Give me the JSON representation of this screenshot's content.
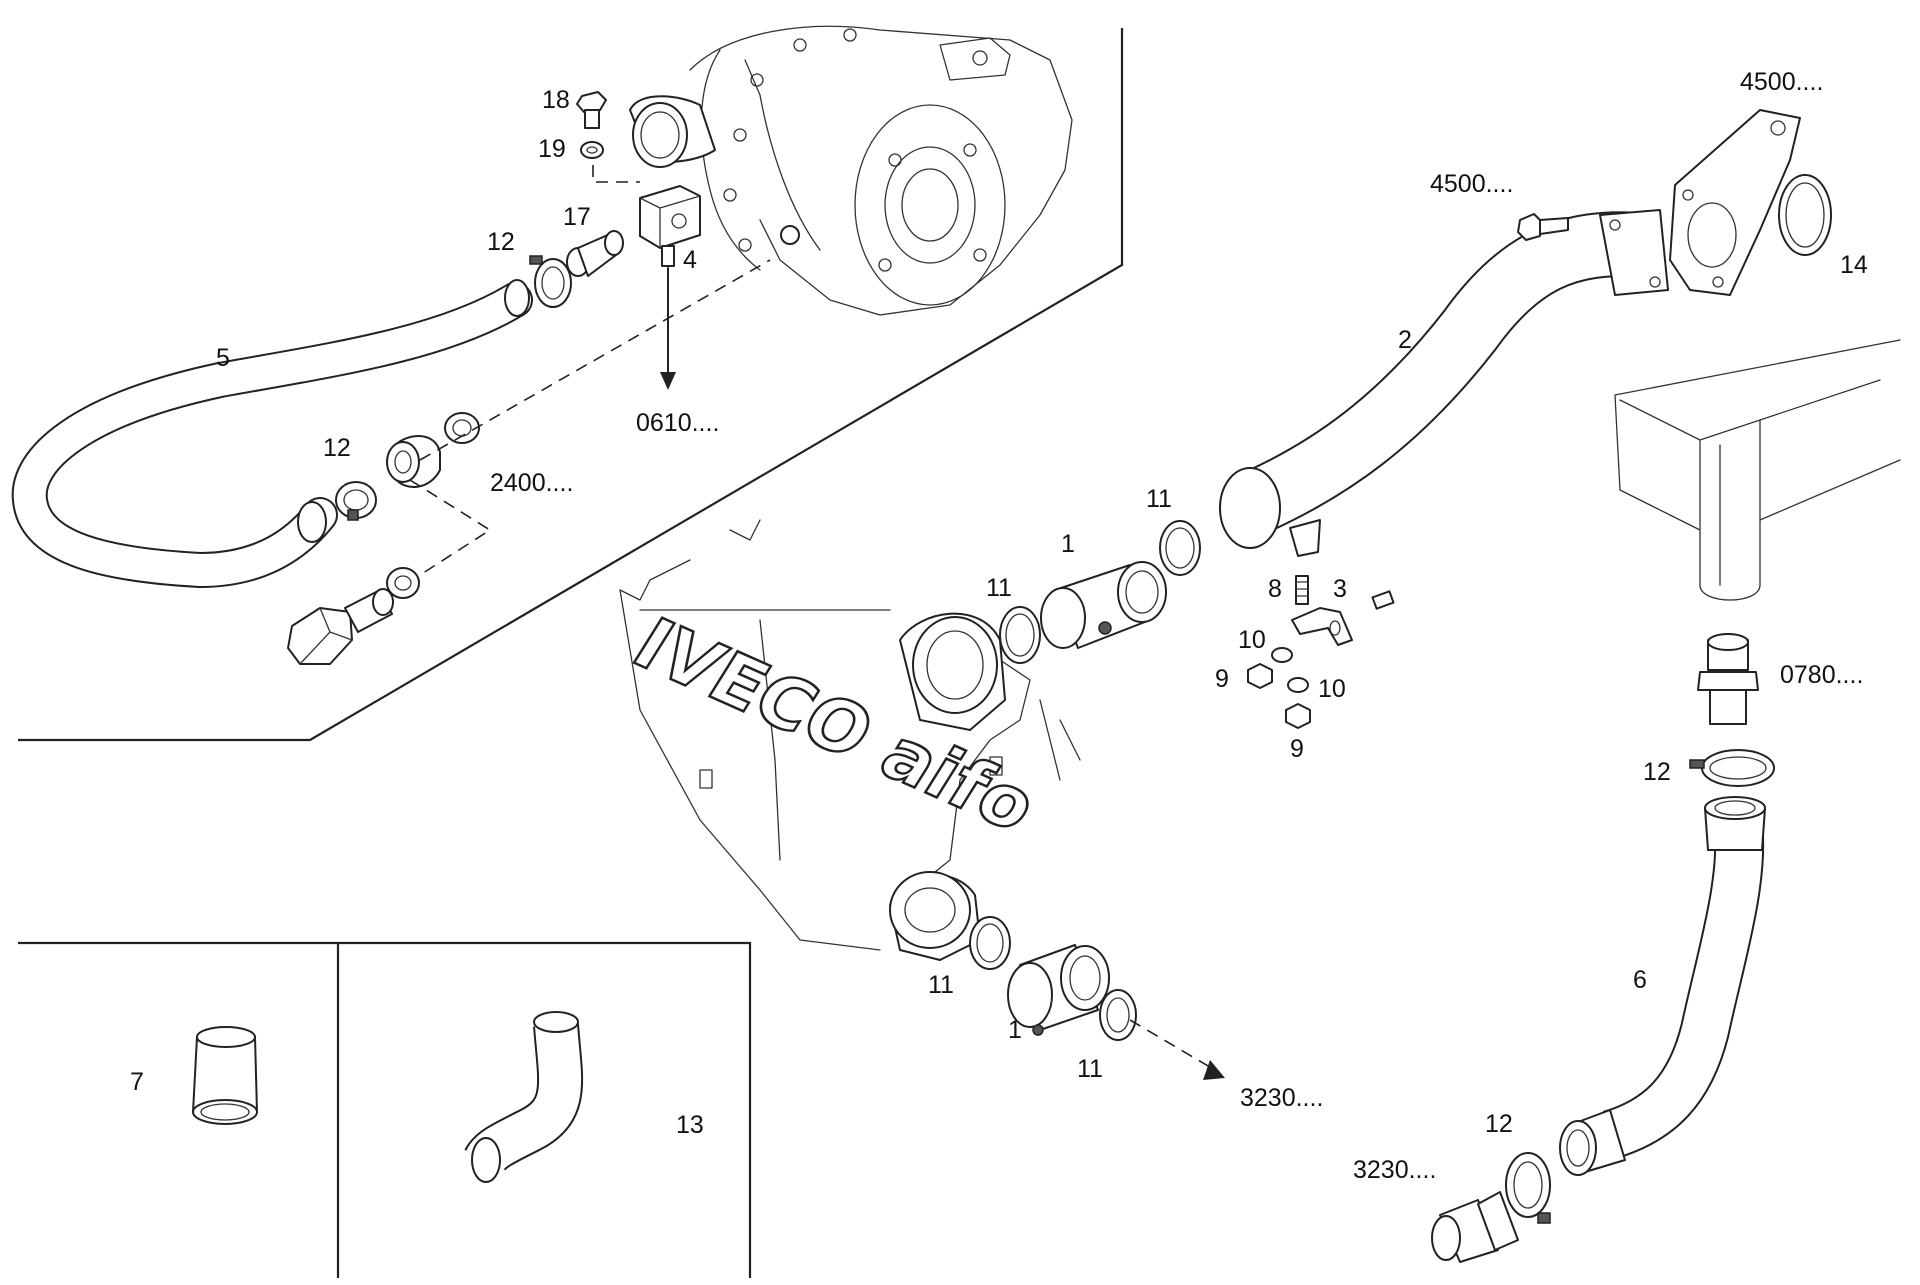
{
  "diagram": {
    "brand_text": "IVECO aifo",
    "callouts": {
      "c18": "18",
      "c19": "19",
      "c17": "17",
      "c12_top": "12",
      "c4": "4",
      "c5": "5",
      "c0610": "0610....",
      "c12_mid": "12",
      "c2400": "2400....",
      "c4500_top": "4500....",
      "c4500_mid": "4500....",
      "c14": "14",
      "c2": "2",
      "c11_a": "11",
      "c1_a": "1",
      "c11_b": "11",
      "c8": "8",
      "c3": "3",
      "c10_a": "10",
      "c9_a": "9",
      "c10_b": "10",
      "c9_b": "9",
      "c0780": "0780....",
      "c12_right": "12",
      "c6": "6",
      "c11_c": "11",
      "c1_b": "1",
      "c11_d": "11",
      "c3230_a": "3230....",
      "c12_bottom": "12",
      "c3230_b": "3230....",
      "c7": "7",
      "c13": "13"
    }
  }
}
